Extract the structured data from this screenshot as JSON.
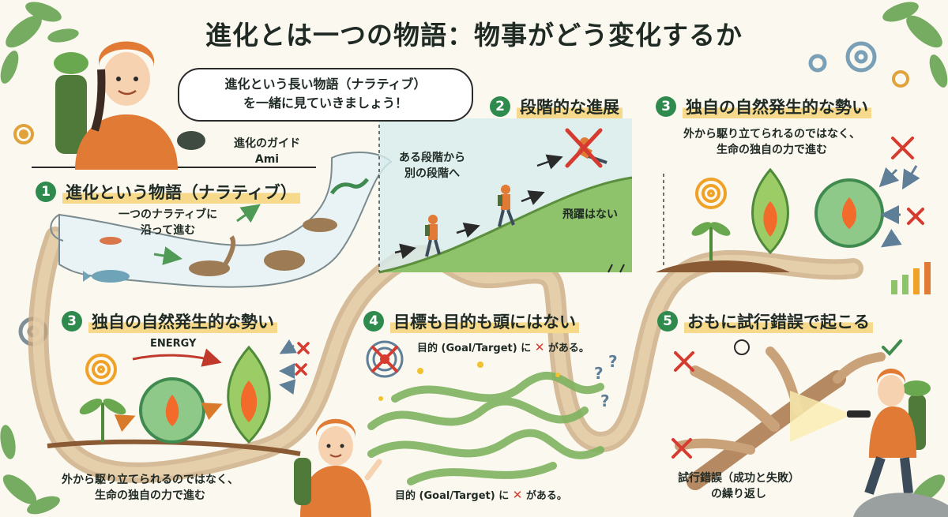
{
  "title": "進化とは一つの物語：物事がどう変化するか",
  "speech": {
    "line1": "進化という長い物語（ナラティブ）",
    "line2": "を一緒に見ていきましょう！"
  },
  "guide": {
    "role": "進化のガイド",
    "name": "Ami"
  },
  "sections": [
    {
      "number": "1",
      "title": "進化という物語（ナラティブ）",
      "note": [
        "一つのナラティブに",
        "沿って進む"
      ]
    },
    {
      "number": "2",
      "title": "段階的な進展",
      "note": [
        "ある段階から",
        "別の段階へ"
      ],
      "extra": "飛躍はない"
    },
    {
      "number": "3",
      "title": "独自の自然発生的な勢い",
      "note": [
        "外から駆り立てられるのではなく、",
        "生命の独自の力で進む"
      ]
    },
    {
      "number": "3",
      "title": "独自の自然発生的な勢い",
      "note": [
        "外から駆り立てられるのではなく、",
        "生命の独自の力で進む"
      ],
      "extra": "ENERGY"
    },
    {
      "number": "4",
      "title": "目標も目的も頭にはない",
      "note_top": "目的 (Goal/Target) に",
      "note_bottom": "目的 (Goal/Target) に",
      "note_suffix": "がある。",
      "mark": "✕"
    },
    {
      "number": "5",
      "title": "おもに試行錯誤で起こる",
      "note": [
        "試行錯誤（成功と失敗）",
        "の繰り返し"
      ]
    }
  ],
  "colors": {
    "accent_green": "#2f8a4e",
    "highlight": "#f6d98a",
    "path": "#c9a77c",
    "cross_red": "#d63b2f",
    "leaf": "#6aa84f",
    "sky": "#cfe7ea"
  }
}
